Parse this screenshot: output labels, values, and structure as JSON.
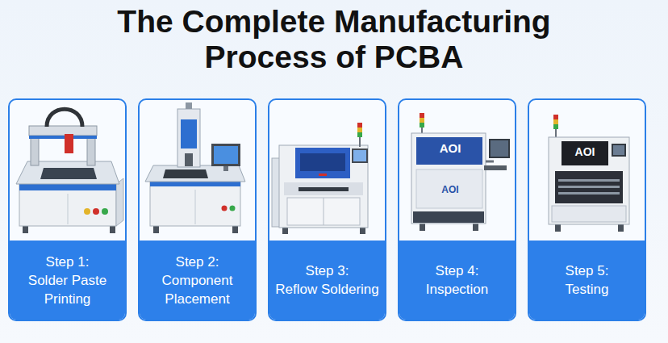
{
  "diagram": {
    "title": "The Complete Manufacturing Process of PCBA",
    "nodes": [
      {
        "text": [
          "Step 1:",
          "Solder Paste Printing"
        ]
      },
      {
        "text": [
          "Step 2:",
          "Component Placement"
        ]
      },
      {
        "text": [
          "Step 3:",
          "Reflow Soldering"
        ]
      },
      {
        "text": [
          "Step 4:",
          "Inspection"
        ]
      },
      {
        "text": [
          "Step 5:",
          "Testing"
        ]
      }
    ],
    "labels": [
      "AOI",
      "AOI",
      "AOI"
    ]
  }
}
